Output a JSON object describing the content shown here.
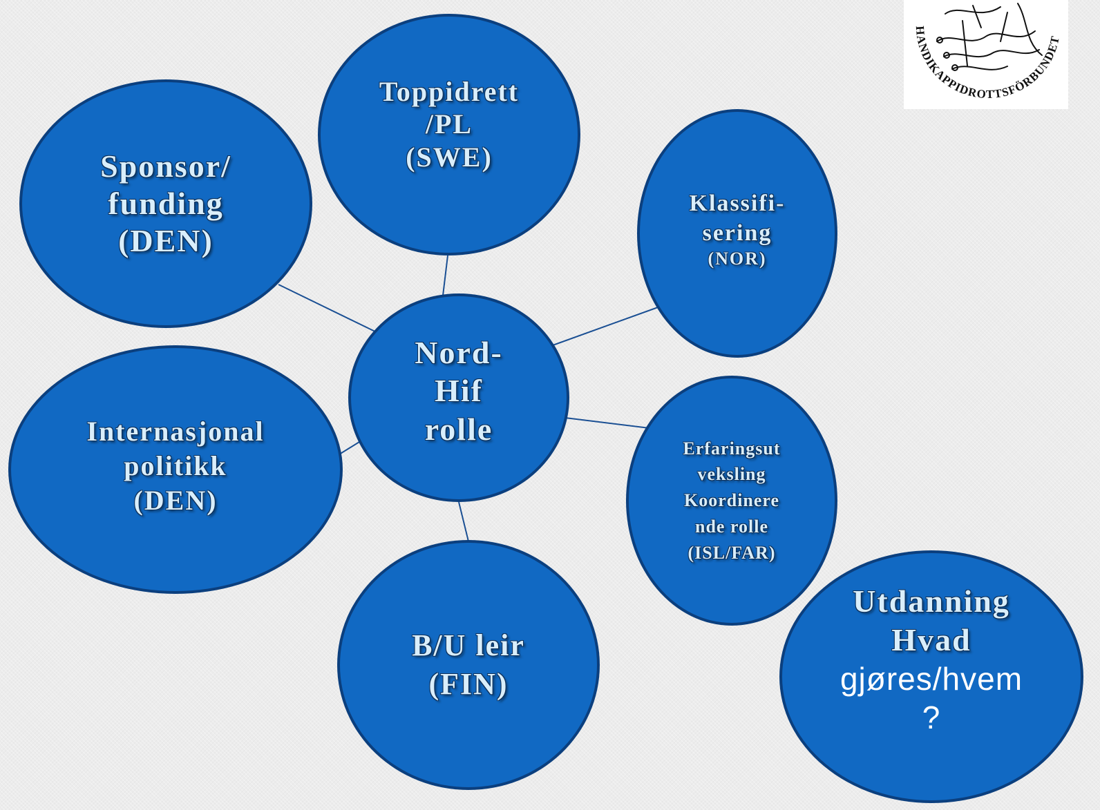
{
  "diagram": {
    "center": {
      "lines": [
        "Nord-",
        "Hif",
        "rolle"
      ]
    },
    "nodes": {
      "toppidrett": {
        "lines": [
          "Toppidrett",
          "/PL",
          "(SWE)"
        ]
      },
      "sponsor": {
        "lines": [
          "Sponsor/",
          "funding",
          "(DEN)"
        ]
      },
      "klassifisering": {
        "lines": [
          "Klassifi-",
          "sering",
          "(NOR)"
        ]
      },
      "internasjonal": {
        "lines": [
          "Internasjonal",
          "politikk",
          "(DEN)"
        ]
      },
      "erfaring": {
        "lines": [
          "Erfaringsut",
          "veksling",
          "Koordinere",
          "nde rolle",
          "(ISL/FAR)"
        ]
      },
      "bu": {
        "lines": [
          "B/U leir",
          "(FIN)"
        ]
      },
      "utdanning": {
        "lines": [
          "Utdanning",
          "Hvad",
          "gjøres/hvem",
          "?"
        ]
      }
    },
    "colors": {
      "node_fill": "#1169c3",
      "node_border": "#0b3f7e",
      "connector": "#1a4f93",
      "text": "#d9eefb"
    }
  },
  "logo": {
    "icon": "handikappidrottsforbundet-logo",
    "text": "HANDIKAPPIDROTTSFÖRBUNDET"
  }
}
